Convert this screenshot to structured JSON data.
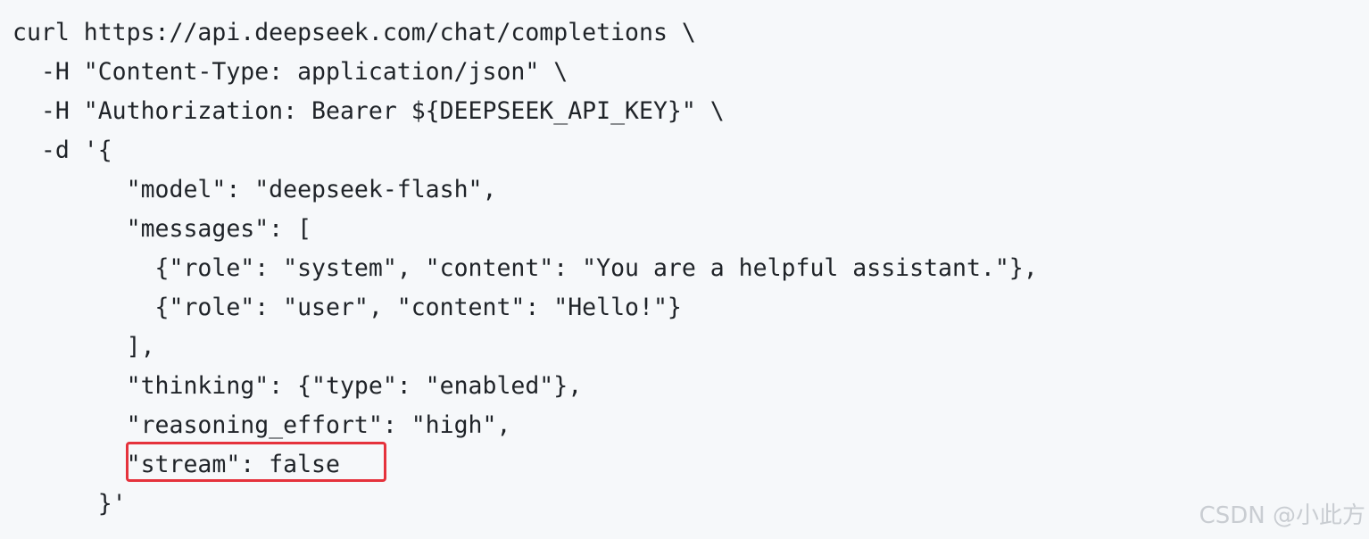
{
  "code": {
    "lines": [
      "curl https://api.deepseek.com/chat/completions \\",
      "  -H \"Content-Type: application/json\" \\",
      "  -H \"Authorization: Bearer ${DEEPSEEK_API_KEY}\" \\",
      "  -d '{",
      "        \"model\": \"deepseek-flash\",",
      "        \"messages\": [",
      "          {\"role\": \"system\", \"content\": \"You are a helpful assistant.\"},",
      "          {\"role\": \"user\", \"content\": \"Hello!\"}",
      "        ],",
      "        \"thinking\": {\"type\": \"enabled\"},",
      "        \"reasoning_effort\": \"high\",",
      "        \"stream\": false",
      "      }'"
    ]
  },
  "annotation": {
    "highlight_color": "#e5323c"
  },
  "watermark": {
    "text": "CSDN @小此方"
  },
  "colors": {
    "background": "#f6f8fa",
    "text": "#1f2328"
  }
}
